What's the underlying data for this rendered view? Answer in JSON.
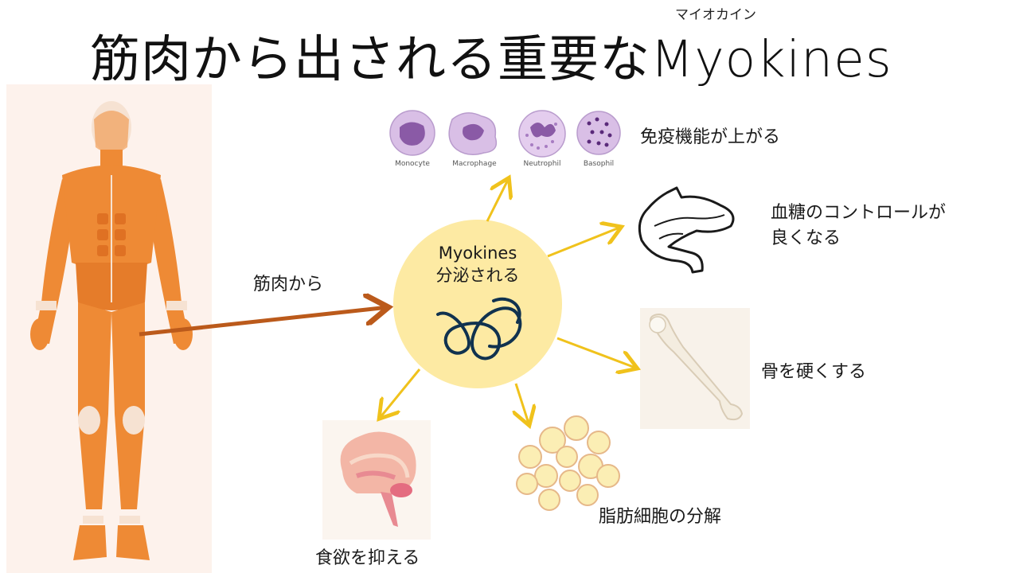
{
  "title": {
    "main": "筋肉から出される重要なMyokines",
    "ruby": "マイオカイン"
  },
  "from_label": "筋肉から",
  "center": {
    "line1": "Myokines",
    "line2": "分泌される"
  },
  "effects": {
    "immune": "免疫機能が上がる",
    "blood_sugar_line1": "血糖のコントロールが",
    "blood_sugar_line2": "良くなる",
    "bone": "骨を硬くする",
    "fat": "脂肪細胞の分解",
    "appetite": "食欲を抑える"
  },
  "cells": [
    "Monocyte",
    "Macrophage",
    "Neutrophil",
    "Basophil"
  ],
  "colors": {
    "muscle": "#ee8a35",
    "muscle_dark": "#d9671c",
    "center_circle": "#fdeaa3",
    "yellow_arrow": "#f0c21c",
    "brown_arrow": "#bb5a1b",
    "cell_fill": "#d9bfe6",
    "cell_nucleus": "#8a5aa6"
  },
  "icons": {
    "muscle_figure": "human-muscle-anatomy-icon",
    "protein": "myokine-protein-icon",
    "pancreas": "pancreas-icon",
    "bone": "femur-bone-icon",
    "fat": "fat-cells-icon",
    "brain": "brain-icon"
  }
}
